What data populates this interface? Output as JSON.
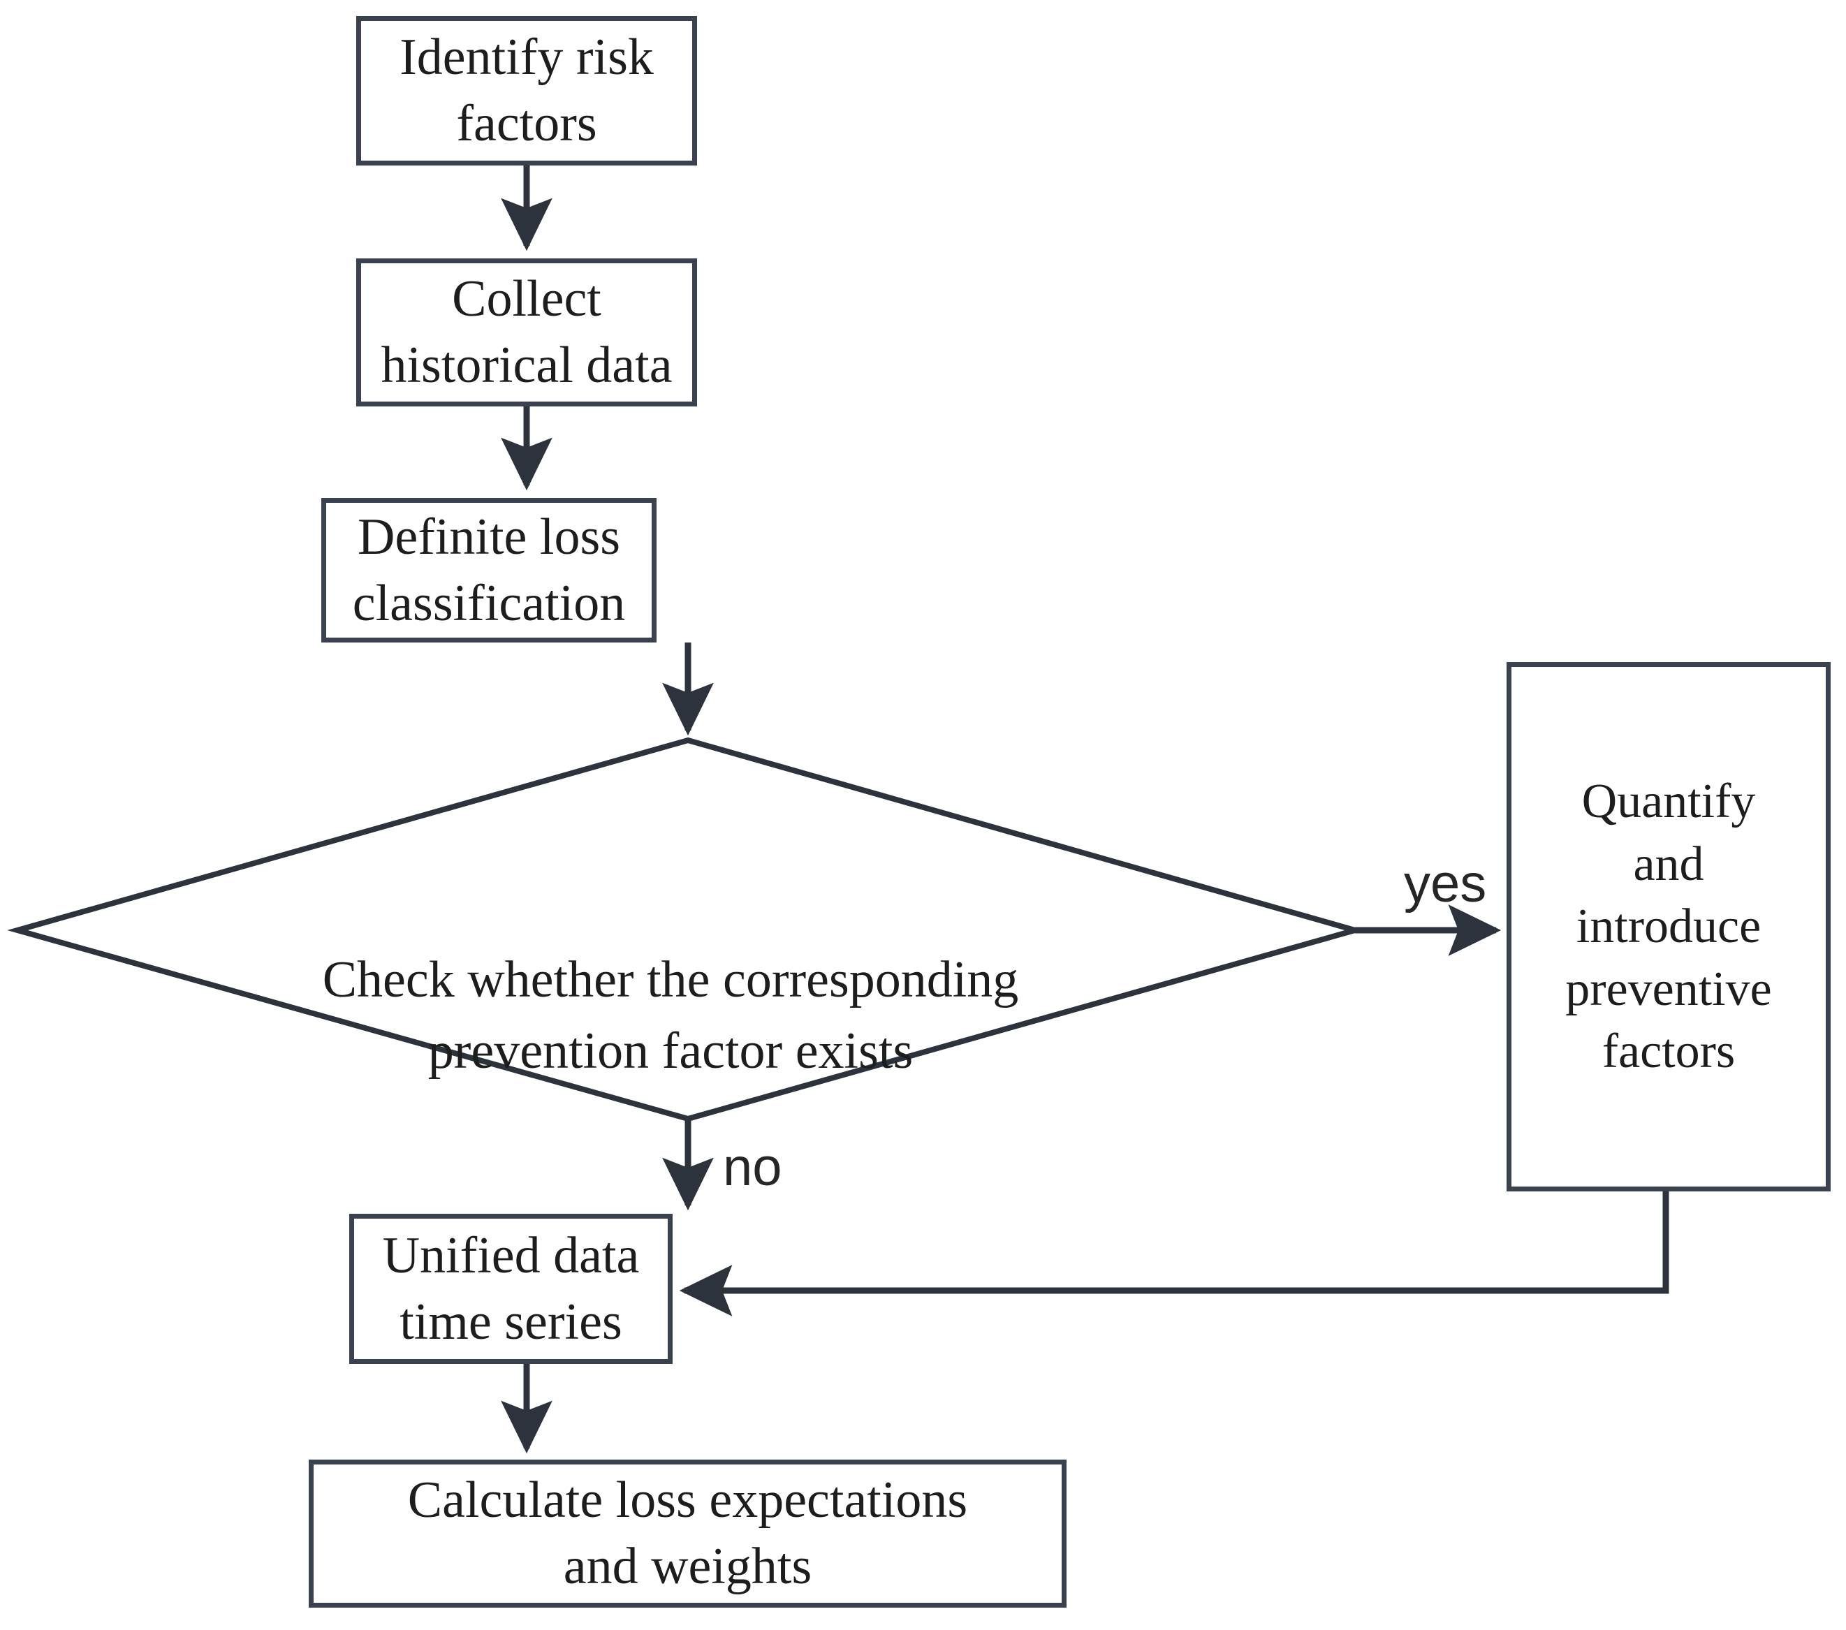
{
  "diagram": {
    "title": "Risk loss assessment process flowchart",
    "type": "flowchart",
    "stroke_color": "#39424e",
    "text_color": "#1d1d1d",
    "background": "#ffffff",
    "nodes": {
      "identify": {
        "label": "Identify risk factors",
        "shape": "rectangle"
      },
      "collect": {
        "label": "Collect historical data",
        "shape": "rectangle"
      },
      "definite": {
        "label": "Definite loss classification",
        "shape": "rectangle"
      },
      "decision": {
        "label": "Check whether the corresponding\nprevention factor exists",
        "shape": "diamond"
      },
      "quantify": {
        "label": "Quantify\nand\nintroduce\npreventive\nfactors",
        "shape": "rectangle"
      },
      "unified": {
        "label": "Unified data time series",
        "shape": "rectangle"
      },
      "calculate": {
        "label": "Calculate loss expectations\nand weights",
        "shape": "rectangle"
      }
    },
    "edges": {
      "yes_label": "yes",
      "no_label": "no",
      "connections": [
        {
          "from": "identify",
          "to": "collect",
          "label": ""
        },
        {
          "from": "collect",
          "to": "definite",
          "label": ""
        },
        {
          "from": "definite",
          "to": "decision",
          "label": ""
        },
        {
          "from": "decision",
          "to": "quantify",
          "label": "yes"
        },
        {
          "from": "decision",
          "to": "unified",
          "label": "no"
        },
        {
          "from": "quantify",
          "to": "unified",
          "label": ""
        },
        {
          "from": "unified",
          "to": "calculate",
          "label": ""
        }
      ]
    }
  }
}
